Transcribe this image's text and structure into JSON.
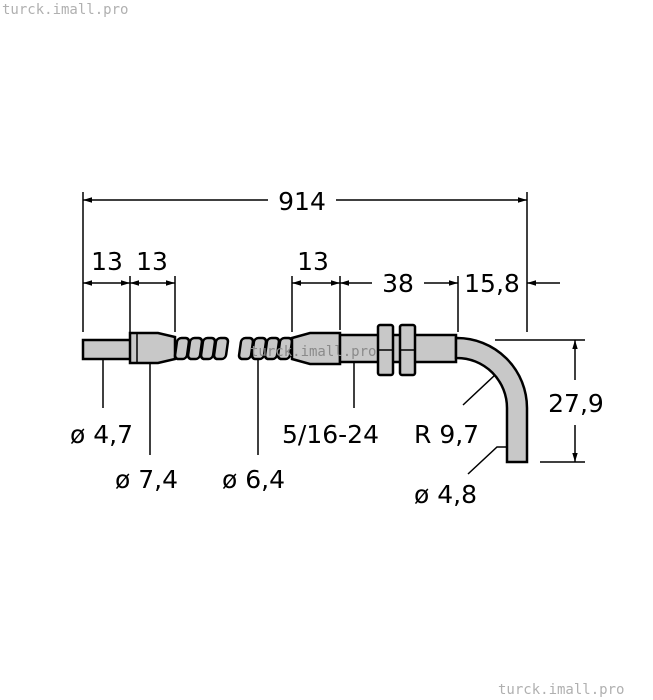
{
  "watermark": "turck.imall.pro",
  "colors": {
    "part_fill": "#c8c8c8",
    "line": "#000000"
  },
  "dimensions": {
    "overall_length": "914",
    "tip_length": "13",
    "ferrule_length": "13",
    "taper_length": "13",
    "body_length": "38",
    "bend_offset": "15,8",
    "bend_height": "27,9"
  },
  "callouts": {
    "tip_diameter": "ø 4,7",
    "ferrule_diameter": "ø 7,4",
    "sheath_diameter": "ø 6,4",
    "thread": "5/16-24",
    "bend_radius": "R 9,7",
    "bend_tube_diameter": "ø 4,8"
  }
}
